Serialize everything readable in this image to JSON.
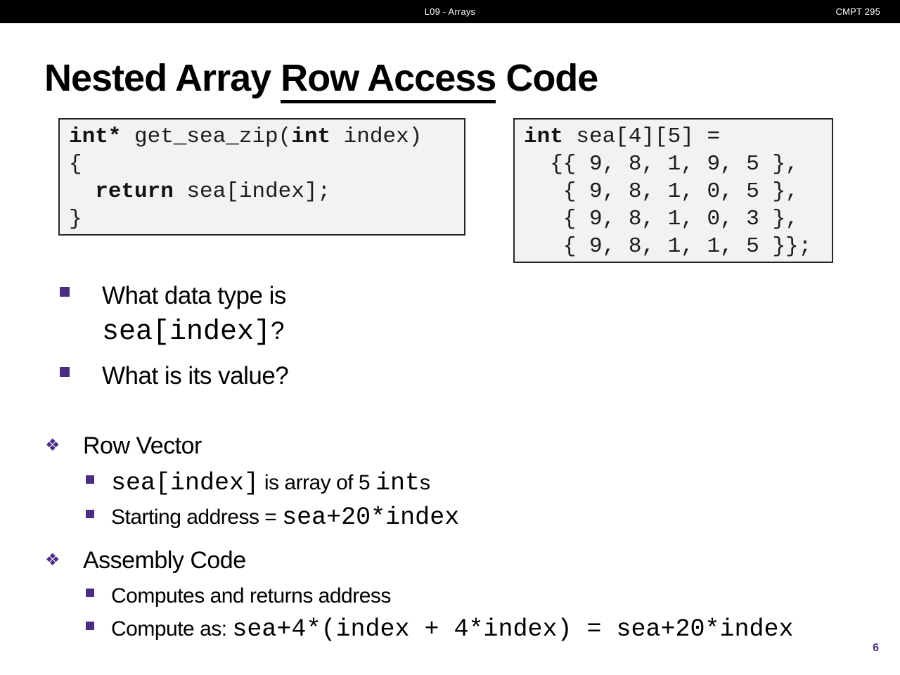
{
  "header": {
    "center_text": "L09 - Arrays",
    "right_text": "CMPT 295"
  },
  "title": {
    "part1": "Nested Array ",
    "underlined": "Row Access",
    "part2": " Code"
  },
  "code_left": {
    "kw1": "int*",
    "t1": " get_sea_zip(",
    "kw2": "int",
    "t2": " index)",
    "l2": "{",
    "ind3": "  ",
    "kw3": "return",
    "t3": " sea[index];",
    "l4": "}"
  },
  "code_right": {
    "kw1": "int",
    "t1": " sea[4][5] =",
    "l2": "  {{ 9, 8, 1, 9, 5 },",
    "l3": "   { 9, 8, 1, 0, 5 },",
    "l4": "   { 9, 8, 1, 0, 3 },",
    "l5": "   { 9, 8, 1, 1, 5 }};"
  },
  "questions": {
    "q1_line1": "What data type is",
    "q1_code": "sea[index]",
    "q1_suffix": "?",
    "q2": "What is its value?"
  },
  "row_vector": {
    "label": "Row Vector",
    "item1_code1": "sea[index]",
    "item1_text1": " is array of 5 ",
    "item1_code2": "int",
    "item1_text2": "s",
    "item2_text": "Starting address = ",
    "item2_code": "sea+20*index"
  },
  "assembly": {
    "label": "Assembly Code",
    "item1": "Computes and returns address",
    "item2_text": "Compute as: ",
    "item2_code": "sea+4*(index + 4*index) = sea+20*index"
  },
  "footer": {
    "page_number": "6"
  },
  "bullet_glyph": "❖",
  "colors": {
    "accent_purple": "#4B2E83",
    "code_background": "#F2F2F2",
    "header_background": "#000000"
  }
}
